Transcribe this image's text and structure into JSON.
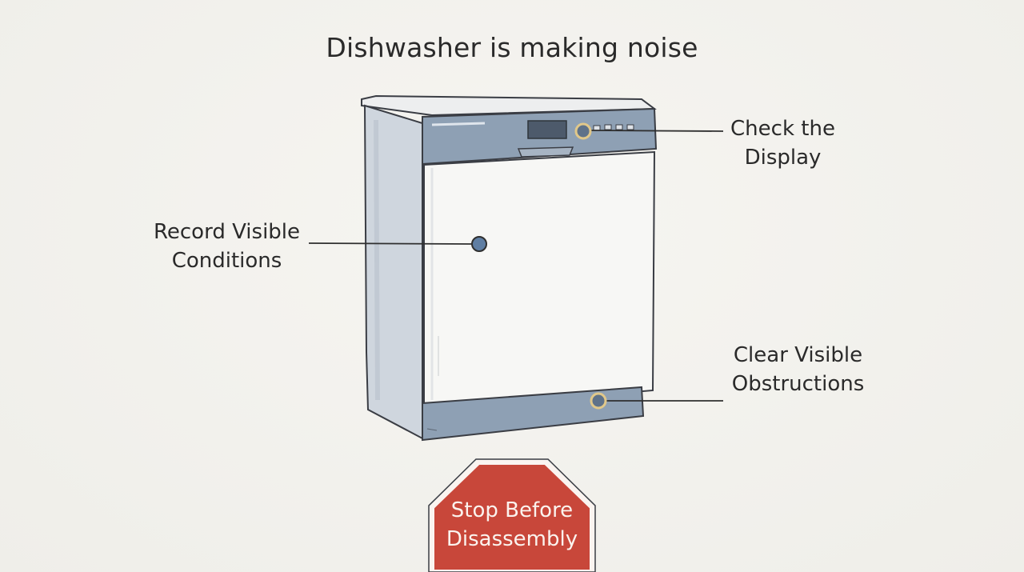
{
  "title": "Dishwasher is making noise",
  "callouts": {
    "display": {
      "line1": "Check the",
      "line2": "Display"
    },
    "record": {
      "line1": "Record Visible",
      "line2": "Conditions"
    },
    "clear": {
      "line1": "Clear Visible",
      "line2": "Obstructions"
    }
  },
  "stop_sign": {
    "line1": "Stop Before",
    "line2": "Disassembly"
  },
  "colors": {
    "accent_steel": "#7d93ab",
    "stop_red": "#c8473a",
    "marker_gold": "#e1c88a"
  }
}
